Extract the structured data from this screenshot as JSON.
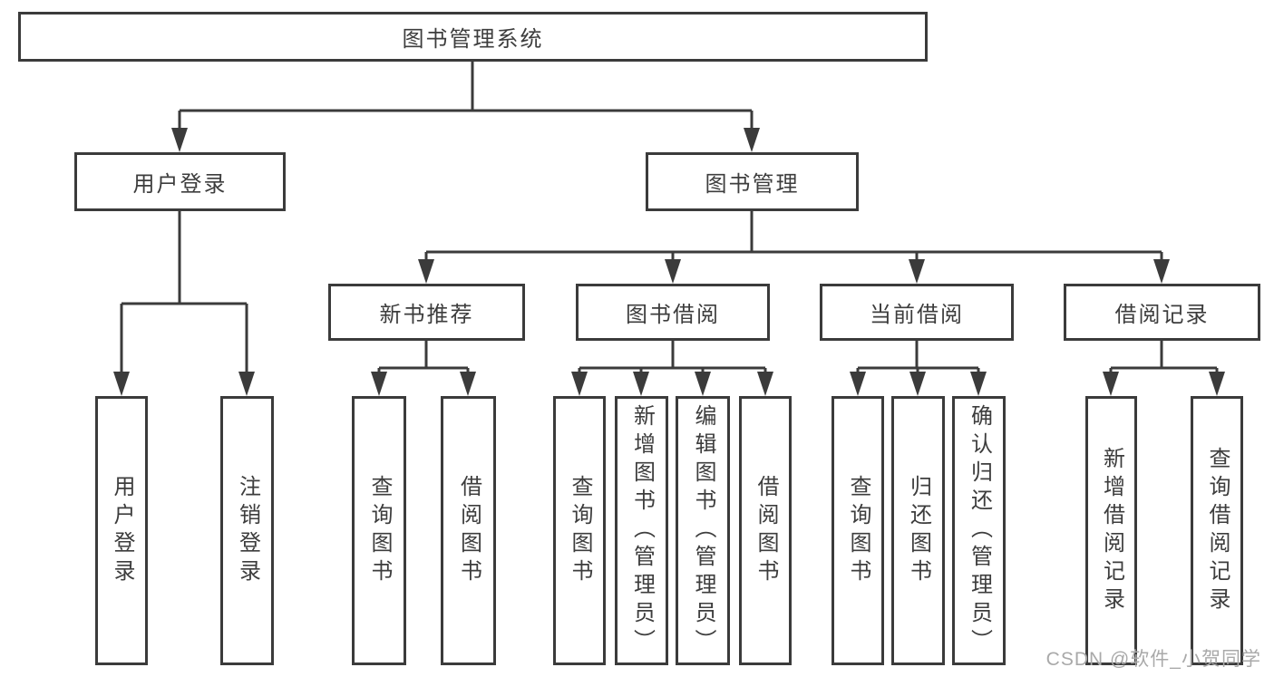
{
  "page": {
    "watermark": "CSDN @软件_小贺同学"
  },
  "colors": {
    "line": "#3b3b3b",
    "text": "#3d3d3d",
    "watermark": "#a9a9a9",
    "background": "#ffffff"
  },
  "tree": {
    "root": "图书管理系统",
    "l2": [
      "用户登录",
      "图书管理"
    ],
    "l3": [
      "新书推荐",
      "图书借阅",
      "当前借阅",
      "借阅记录"
    ],
    "leaves": {
      "login": [
        "用户登录",
        "注销登录"
      ],
      "recommend": [
        "查询图书",
        "借阅图书"
      ],
      "borrow": [
        "查询图书",
        "新增图书（管理员）",
        "编辑图书（管理员）",
        "借阅图书"
      ],
      "current": [
        "查询图书",
        "归还图书",
        "确认归还（管理员）"
      ],
      "records": [
        "新增借阅记录",
        "查询借阅记录"
      ]
    }
  }
}
